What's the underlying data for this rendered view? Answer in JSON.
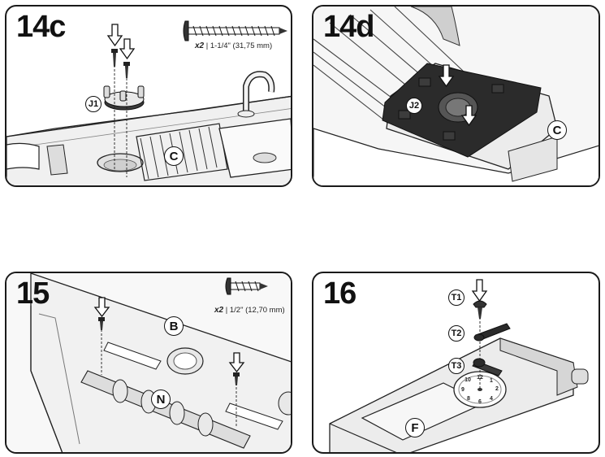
{
  "panels": {
    "p14c": {
      "step": "14c",
      "qty": "x2",
      "spec": "1-1/4\" (31,75 mm)",
      "callouts": {
        "j1": "J1",
        "c": "C"
      }
    },
    "p14d": {
      "step": "14d",
      "callouts": {
        "j2": "J2",
        "c": "C"
      }
    },
    "p15": {
      "step": "15",
      "qty": "x2",
      "spec": "1/2\" (12,70 mm)",
      "callouts": {
        "b": "B",
        "n": "N"
      }
    },
    "p16": {
      "step": "16",
      "callouts": {
        "t1": "T1",
        "t2": "T2",
        "t3": "T3",
        "f": "F"
      }
    }
  },
  "icons": [
    "screw-icon",
    "down-arrow-icon"
  ],
  "colors": {
    "border": "#1a1a1a",
    "part_fill": "#e9e9e9",
    "dark_part": "#2b2b2b"
  }
}
